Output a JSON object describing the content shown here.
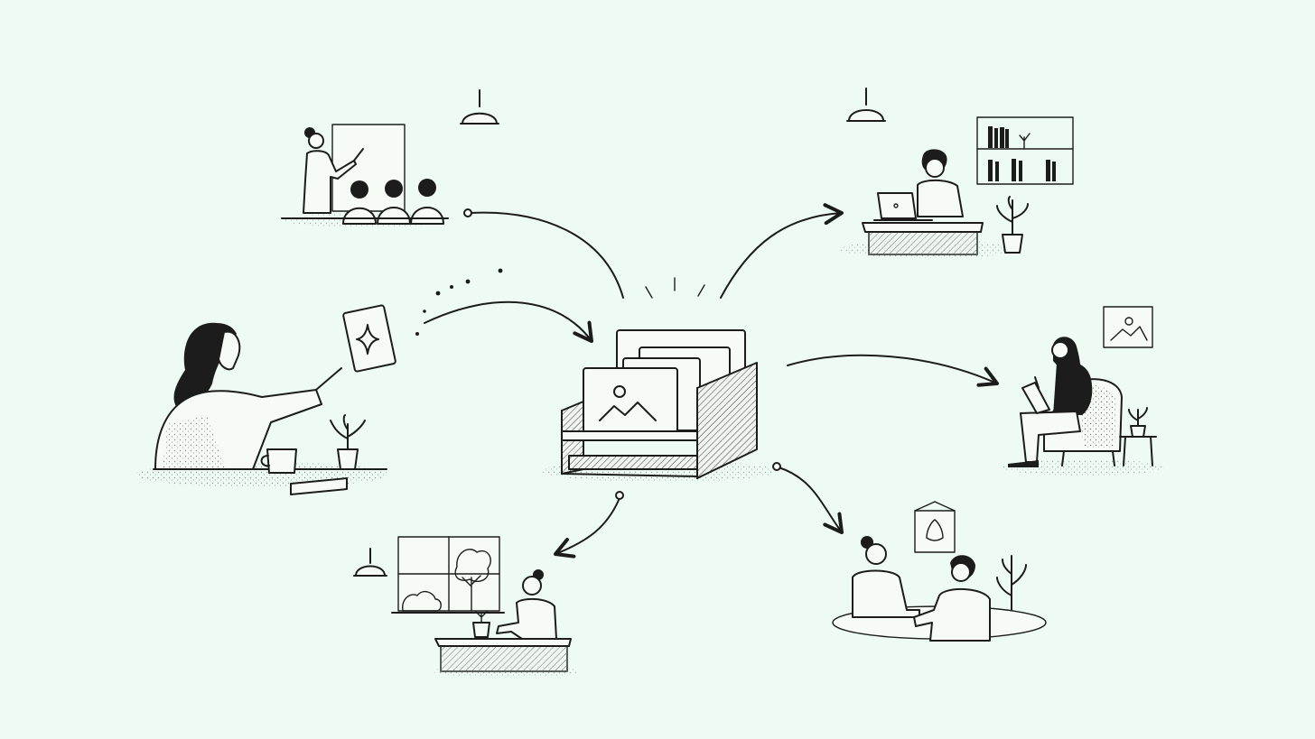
{
  "colors": {
    "background": "#eefbf4",
    "ink": "#1c1c1c",
    "paper": "#f7fbf8"
  },
  "icons": [
    "sparkle-icon",
    "image-landscape-icon",
    "pendant-lamp-icon",
    "plant-icon",
    "tree-icon",
    "bookshelf-icon",
    "laptop-icon",
    "coffee-mug-icon"
  ],
  "scenes": [
    "hub-image-file-box",
    "woman-sharing-image-card",
    "teacher-at-whiteboard",
    "person-working-on-laptop",
    "woman-in-armchair-writing",
    "two-people-meeting",
    "woman-at-desk-by-window"
  ]
}
